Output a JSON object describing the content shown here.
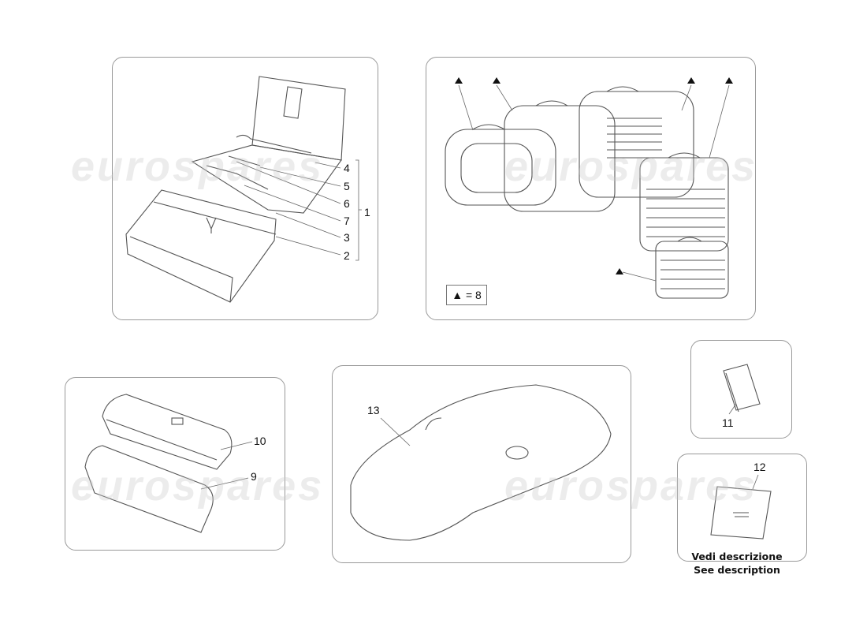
{
  "watermark": "eurospares",
  "panels": {
    "tool_kit": {
      "labels": [
        "4",
        "5",
        "6",
        "7",
        "3",
        "2"
      ],
      "group_label": "1"
    },
    "luggage": {
      "legend_symbol": "▲",
      "legend_text": "= 8"
    },
    "covers": {
      "labels": [
        "10",
        "9"
      ]
    },
    "car_cover": {
      "label": "13"
    },
    "booklet": {
      "label": "11"
    },
    "documents": {
      "label": "12",
      "note_it": "Vedi descrizione",
      "note_en": "See description"
    }
  }
}
